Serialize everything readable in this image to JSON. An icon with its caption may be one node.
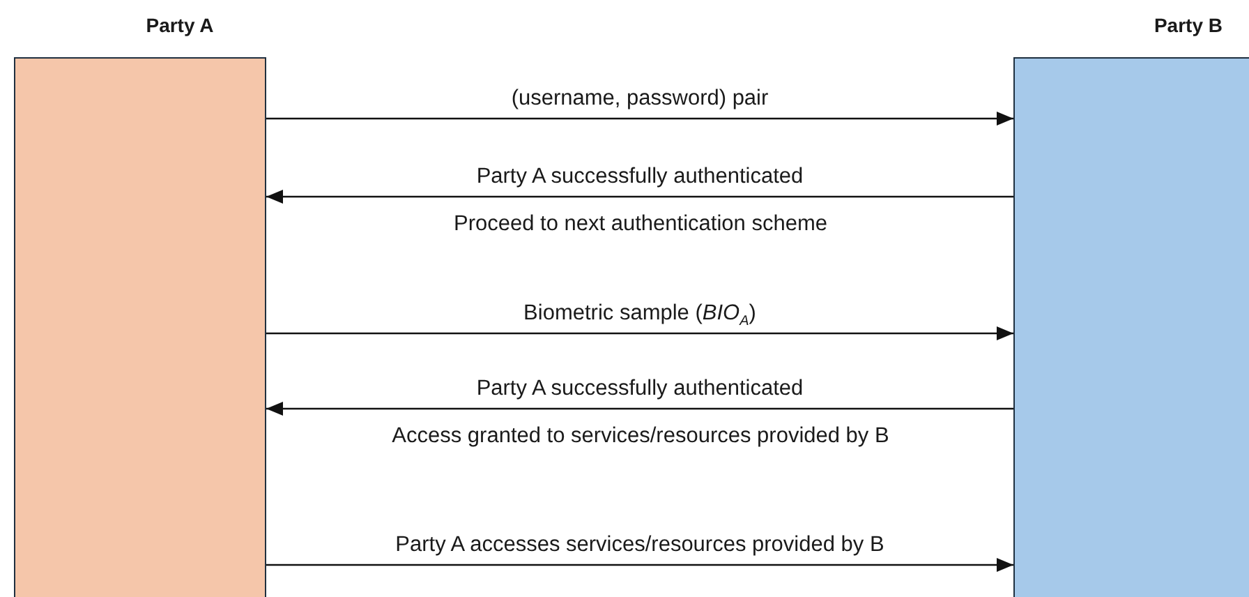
{
  "diagram": {
    "nodes": [
      {
        "text": [
          "Party A"
        ]
      },
      {
        "text": [
          "Party B"
        ]
      }
    ],
    "edges": [
      {
        "from": 0,
        "to": 1,
        "arrow": "to",
        "label": "(username, password) pair"
      },
      {
        "from": 1,
        "to": 0,
        "arrow": "to",
        "label": "Party A successfully authenticated"
      },
      {
        "from": 0,
        "to": 1,
        "arrow": "to",
        "label": "Biometric sample (*BIO*$_{A}$)"
      },
      {
        "from": 1,
        "to": 0,
        "arrow": "to",
        "label": "Party A successfully authenticated"
      },
      {
        "from": 0,
        "to": 1,
        "arrow": "to",
        "label": "Party A accesses services/resources provided by B"
      }
    ],
    "labels": [
      "Proceed to next authentication scheme",
      "Access granted to services/resources provided by B"
    ]
  }
}
